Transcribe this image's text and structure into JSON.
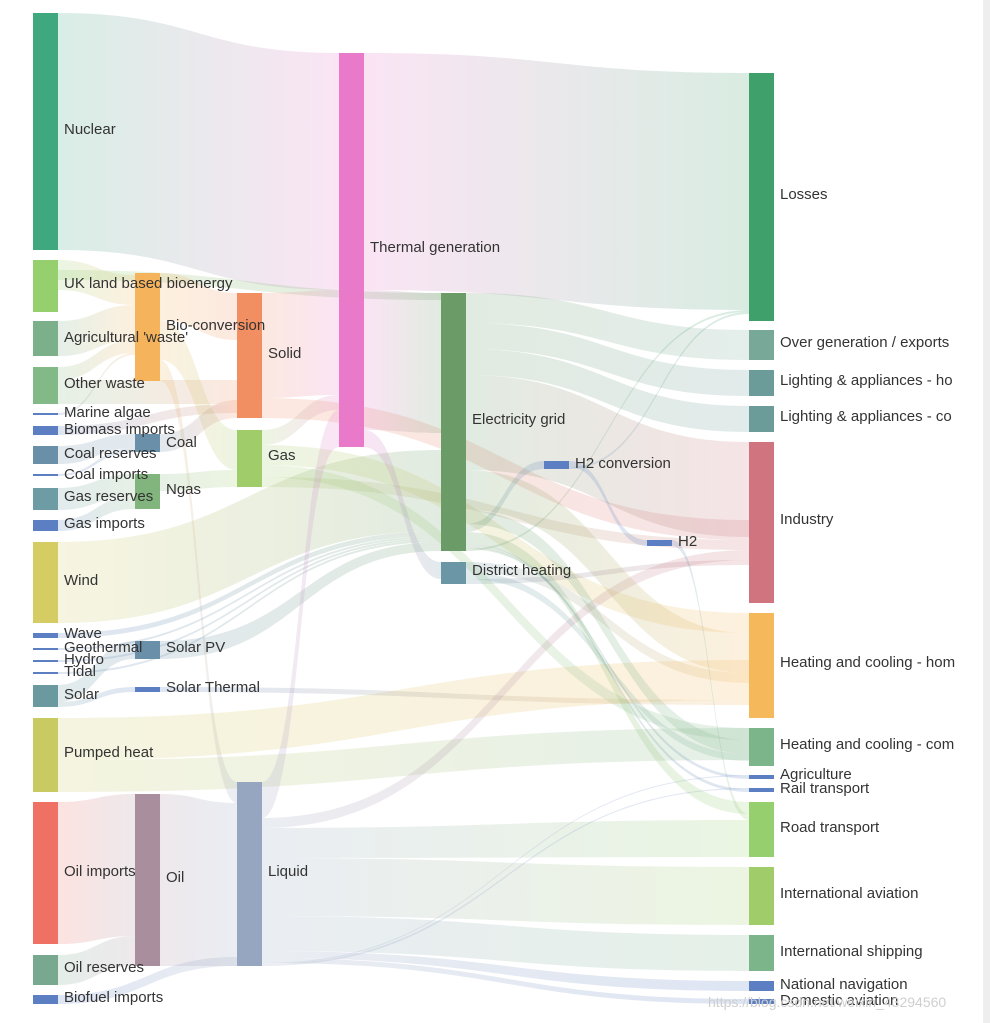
{
  "diagram": {
    "type": "sankey",
    "nodes": [
      {
        "id": "nuclear",
        "label": "Nuclear",
        "color": "#40a87f"
      },
      {
        "id": "uk_land",
        "label": "UK land based bioenergy",
        "color": "#95cf6e"
      },
      {
        "id": "agri_waste",
        "label": "Agricultural 'waste'",
        "color": "#7cb08a"
      },
      {
        "id": "other_waste",
        "label": "Other waste",
        "color": "#82b986"
      },
      {
        "id": "marine_algae",
        "label": "Marine algae",
        "color": "#5b7fc2"
      },
      {
        "id": "biomass_imports",
        "label": "Biomass imports",
        "color": "#5b7fc2"
      },
      {
        "id": "coal_reserves",
        "label": "Coal reserves",
        "color": "#6a8fa8"
      },
      {
        "id": "coal_imports",
        "label": "Coal imports",
        "color": "#5b7fc2"
      },
      {
        "id": "gas_reserves",
        "label": "Gas reserves",
        "color": "#6e9ca5"
      },
      {
        "id": "gas_imports",
        "label": "Gas imports",
        "color": "#5b7fc2"
      },
      {
        "id": "wind",
        "label": "Wind",
        "color": "#d5cc63"
      },
      {
        "id": "wave",
        "label": "Wave",
        "color": "#5b7fc2"
      },
      {
        "id": "geothermal",
        "label": "Geothermal",
        "color": "#5b7fc2"
      },
      {
        "id": "hydro",
        "label": "Hydro",
        "color": "#5b7fc2"
      },
      {
        "id": "tidal",
        "label": "Tidal",
        "color": "#5b7fc2"
      },
      {
        "id": "solar",
        "label": "Solar",
        "color": "#6a9aa0"
      },
      {
        "id": "pumped_heat",
        "label": "Pumped heat",
        "color": "#c9ca62"
      },
      {
        "id": "oil_imports",
        "label": "Oil imports",
        "color": "#ef7164"
      },
      {
        "id": "oil_reserves",
        "label": "Oil reserves",
        "color": "#78a890"
      },
      {
        "id": "biofuel_imports",
        "label": "Biofuel imports",
        "color": "#5b7fc2"
      },
      {
        "id": "bio_conversion",
        "label": "Bio-conversion",
        "color": "#f5b45b"
      },
      {
        "id": "coal",
        "label": "Coal",
        "color": "#6a8fa8"
      },
      {
        "id": "ngas",
        "label": "Ngas",
        "color": "#82b57e"
      },
      {
        "id": "solar_pv",
        "label": "Solar PV",
        "color": "#6a8fa8"
      },
      {
        "id": "solar_thermal",
        "label": "Solar Thermal",
        "color": "#5b7fc2"
      },
      {
        "id": "oil",
        "label": "Oil",
        "color": "#a98e9e"
      },
      {
        "id": "solid",
        "label": "Solid",
        "color": "#f28f62"
      },
      {
        "id": "gas",
        "label": "Gas",
        "color": "#a0cc6a"
      },
      {
        "id": "liquid",
        "label": "Liquid",
        "color": "#97a6c0"
      },
      {
        "id": "thermal_generation",
        "label": "Thermal generation",
        "color": "#e87ac9"
      },
      {
        "id": "electricity_grid",
        "label": "Electricity grid",
        "color": "#6b9c68"
      },
      {
        "id": "district_heating",
        "label": "District heating",
        "color": "#6a96a5"
      },
      {
        "id": "h2_conversion",
        "label": "H2 conversion",
        "color": "#5b7fc2"
      },
      {
        "id": "h2",
        "label": "H2",
        "color": "#5b7fc2"
      },
      {
        "id": "losses",
        "label": "Losses",
        "color": "#40a06c"
      },
      {
        "id": "over_generation",
        "label": "Over generation / exports",
        "color": "#78a898"
      },
      {
        "id": "lighting_homes",
        "label": "Lighting & appliances - ho",
        "color": "#6b9c9a"
      },
      {
        "id": "lighting_commercial",
        "label": "Lighting & appliances - co",
        "color": "#6b9c9a"
      },
      {
        "id": "industry",
        "label": "Industry",
        "color": "#d0757f"
      },
      {
        "id": "heating_homes",
        "label": "Heating and cooling - hom",
        "color": "#f5b85a"
      },
      {
        "id": "heating_commercial",
        "label": "Heating and cooling - com",
        "color": "#7cb58a"
      },
      {
        "id": "agriculture",
        "label": "Agriculture",
        "color": "#5b7fc2"
      },
      {
        "id": "rail_transport",
        "label": "Rail transport",
        "color": "#5b7fc2"
      },
      {
        "id": "road_transport",
        "label": "Road transport",
        "color": "#95cf6e"
      },
      {
        "id": "international_aviation",
        "label": "International aviation",
        "color": "#a0cc6a"
      },
      {
        "id": "international_shipping",
        "label": "International shipping",
        "color": "#7cb58a"
      },
      {
        "id": "national_navigation",
        "label": "National navigation",
        "color": "#5b7fc2"
      },
      {
        "id": "domestic_aviation",
        "label": "Domestic aviation",
        "color": "#5b7fc2"
      }
    ],
    "links": [
      [
        "nuclear",
        "thermal_generation"
      ],
      [
        "uk_land",
        "bio_conversion"
      ],
      [
        "uk_land",
        "electricity_grid"
      ],
      [
        "agri_waste",
        "bio_conversion"
      ],
      [
        "other_waste",
        "bio_conversion"
      ],
      [
        "other_waste",
        "solid"
      ],
      [
        "marine_algae",
        "bio_conversion"
      ],
      [
        "biomass_imports",
        "solid"
      ],
      [
        "coal_reserves",
        "coal"
      ],
      [
        "coal_imports",
        "coal"
      ],
      [
        "gas_reserves",
        "ngas"
      ],
      [
        "gas_imports",
        "ngas"
      ],
      [
        "wind",
        "electricity_grid"
      ],
      [
        "wave",
        "electricity_grid"
      ],
      [
        "geothermal",
        "electricity_grid"
      ],
      [
        "hydro",
        "electricity_grid"
      ],
      [
        "tidal",
        "electricity_grid"
      ],
      [
        "solar",
        "solar_pv"
      ],
      [
        "solar",
        "solar_thermal"
      ],
      [
        "pumped_heat",
        "heating_homes"
      ],
      [
        "pumped_heat",
        "heating_commercial"
      ],
      [
        "oil_imports",
        "oil"
      ],
      [
        "oil_reserves",
        "oil"
      ],
      [
        "biofuel_imports",
        "liquid"
      ],
      [
        "bio_conversion",
        "solid"
      ],
      [
        "bio_conversion",
        "gas"
      ],
      [
        "bio_conversion",
        "liquid"
      ],
      [
        "coal",
        "solid"
      ],
      [
        "ngas",
        "gas"
      ],
      [
        "solar_pv",
        "electricity_grid"
      ],
      [
        "solar_thermal",
        "heating_homes"
      ],
      [
        "oil",
        "liquid"
      ],
      [
        "solid",
        "thermal_generation"
      ],
      [
        "solid",
        "industry"
      ],
      [
        "gas",
        "thermal_generation"
      ],
      [
        "gas",
        "heating_homes"
      ],
      [
        "gas",
        "heating_commercial"
      ],
      [
        "gas",
        "industry"
      ],
      [
        "liquid",
        "thermal_generation"
      ],
      [
        "liquid",
        "industry"
      ],
      [
        "liquid",
        "road_transport"
      ],
      [
        "liquid",
        "international_aviation"
      ],
      [
        "liquid",
        "international_shipping"
      ],
      [
        "liquid",
        "national_navigation"
      ],
      [
        "liquid",
        "domestic_aviation"
      ],
      [
        "liquid",
        "agriculture"
      ],
      [
        "liquid",
        "rail_transport"
      ],
      [
        "thermal_generation",
        "losses"
      ],
      [
        "thermal_generation",
        "electricity_grid"
      ],
      [
        "thermal_generation",
        "district_heating"
      ],
      [
        "electricity_grid",
        "over_generation"
      ],
      [
        "electricity_grid",
        "lighting_homes"
      ],
      [
        "electricity_grid",
        "lighting_commercial"
      ],
      [
        "electricity_grid",
        "industry"
      ],
      [
        "electricity_grid",
        "heating_homes"
      ],
      [
        "electricity_grid",
        "heating_commercial"
      ],
      [
        "electricity_grid",
        "h2_conversion"
      ],
      [
        "electricity_grid",
        "road_transport"
      ],
      [
        "electricity_grid",
        "rail_transport"
      ],
      [
        "electricity_grid",
        "agriculture"
      ],
      [
        "electricity_grid",
        "losses"
      ],
      [
        "district_heating",
        "heating_homes"
      ],
      [
        "district_heating",
        "heating_commercial"
      ],
      [
        "district_heating",
        "industry"
      ],
      [
        "h2_conversion",
        "h2"
      ],
      [
        "h2_conversion",
        "losses"
      ],
      [
        "h2",
        "road_transport"
      ]
    ]
  },
  "watermark": "https://blog.csdn.net/weixin_43294560"
}
